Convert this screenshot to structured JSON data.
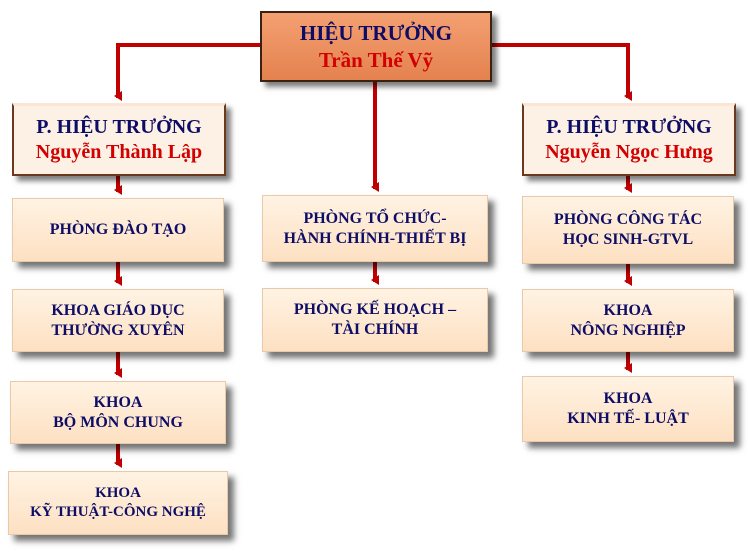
{
  "principal": {
    "title": "HIỆU TRƯỞNG",
    "name": "Trần Thế Vỹ"
  },
  "vice_left": {
    "title": "P. HIỆU TRƯỞNG",
    "name": "Nguyễn Thành Lập"
  },
  "vice_right": {
    "title": "P. HIỆU TRƯỞNG",
    "name": "Nguyễn Ngọc Hưng"
  },
  "left_column": [
    {
      "line1": "PHÒNG ĐÀO TẠO",
      "line2": ""
    },
    {
      "line1": "KHOA GIÁO DỤC",
      "line2": "THƯỜNG XUYÊN"
    },
    {
      "line1": "KHOA",
      "line2": "BỘ MÔN CHUNG"
    },
    {
      "line1": "KHOA",
      "line2": "KỸ THUẬT-CÔNG NGHỆ"
    }
  ],
  "center_column": [
    {
      "line1": "PHÒNG TỔ CHỨC-",
      "line2": "HÀNH CHÍNH-THIẾT BỊ"
    },
    {
      "line1": "PHÒNG KẾ HOẠCH –",
      "line2": "TÀI CHÍNH"
    }
  ],
  "right_column": [
    {
      "line1": "PHÒNG CÔNG TÁC",
      "line2": "HỌC SINH-GTVL"
    },
    {
      "line1": "KHOA",
      "line2": "NÔNG NGHIỆP"
    },
    {
      "line1": "KHOA",
      "line2": "KINH TẾ- LUẬT"
    }
  ],
  "colors": {
    "connector": "#c00000",
    "title_text": "#0d0d66",
    "name_text": "#d20000"
  }
}
